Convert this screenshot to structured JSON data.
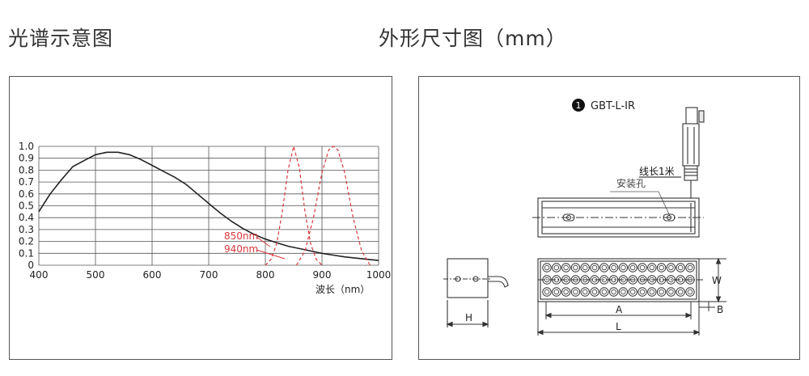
{
  "left_title": "光谱示意图",
  "right_title": "外形尺寸图（mm）",
  "chart_data": {
    "type": "line",
    "title": "",
    "xlabel": "波长（nm）",
    "ylabel": "",
    "xlim": [
      400,
      1000
    ],
    "ylim": [
      0,
      1.0
    ],
    "x_ticks": [
      400,
      500,
      600,
      700,
      800,
      900,
      1000
    ],
    "y_ticks": [
      "1.0",
      "0.9",
      "0.8",
      "0.7",
      "0.6",
      "0.5",
      "0.4",
      "0.3",
      "0.2",
      "0.1",
      "0"
    ],
    "grid": true,
    "series": [
      {
        "style": "solid",
        "color": "#222222",
        "points": [
          [
            400,
            0.45
          ],
          [
            420,
            0.6
          ],
          [
            440,
            0.72
          ],
          [
            460,
            0.83
          ],
          [
            480,
            0.88
          ],
          [
            500,
            0.93
          ],
          [
            520,
            0.95
          ],
          [
            540,
            0.95
          ],
          [
            560,
            0.93
          ],
          [
            580,
            0.89
          ],
          [
            600,
            0.84
          ],
          [
            620,
            0.79
          ],
          [
            640,
            0.74
          ],
          [
            660,
            0.68
          ],
          [
            680,
            0.6
          ],
          [
            700,
            0.52
          ],
          [
            720,
            0.44
          ],
          [
            740,
            0.37
          ],
          [
            760,
            0.31
          ],
          [
            780,
            0.26
          ],
          [
            800,
            0.22
          ],
          [
            820,
            0.19
          ],
          [
            840,
            0.16
          ],
          [
            860,
            0.14
          ],
          [
            880,
            0.12
          ],
          [
            900,
            0.1
          ],
          [
            920,
            0.085
          ],
          [
            940,
            0.07
          ],
          [
            960,
            0.06
          ],
          [
            980,
            0.05
          ],
          [
            1000,
            0.04
          ]
        ]
      },
      {
        "name": "850nm",
        "style": "dashed",
        "color": "#d9383c",
        "points": [
          [
            800,
            0.0
          ],
          [
            810,
            0.05
          ],
          [
            820,
            0.18
          ],
          [
            830,
            0.45
          ],
          [
            840,
            0.8
          ],
          [
            850,
            1.0
          ],
          [
            860,
            0.82
          ],
          [
            870,
            0.45
          ],
          [
            880,
            0.18
          ],
          [
            890,
            0.05
          ],
          [
            900,
            0.0
          ]
        ]
      },
      {
        "name": "940nm",
        "style": "dashed",
        "color": "#d9383c",
        "points": [
          [
            855,
            0.0
          ],
          [
            870,
            0.12
          ],
          [
            885,
            0.4
          ],
          [
            900,
            0.78
          ],
          [
            912,
            0.97
          ],
          [
            920,
            1.0
          ],
          [
            928,
            0.97
          ],
          [
            940,
            0.78
          ],
          [
            955,
            0.4
          ],
          [
            970,
            0.12
          ],
          [
            985,
            0.0
          ]
        ]
      }
    ],
    "annotations": [
      {
        "text": "850nm",
        "color": "#d9383c"
      },
      {
        "text": "940nm",
        "color": "#d9383c"
      }
    ]
  },
  "drawing": {
    "model": "GBT-L-IR",
    "marker": "1",
    "cable_label": "线长1米",
    "hole_label": "安装孔",
    "dim_w": "W",
    "dim_b": "B",
    "dim_a": "A",
    "dim_l": "L",
    "dim_h": "H"
  }
}
